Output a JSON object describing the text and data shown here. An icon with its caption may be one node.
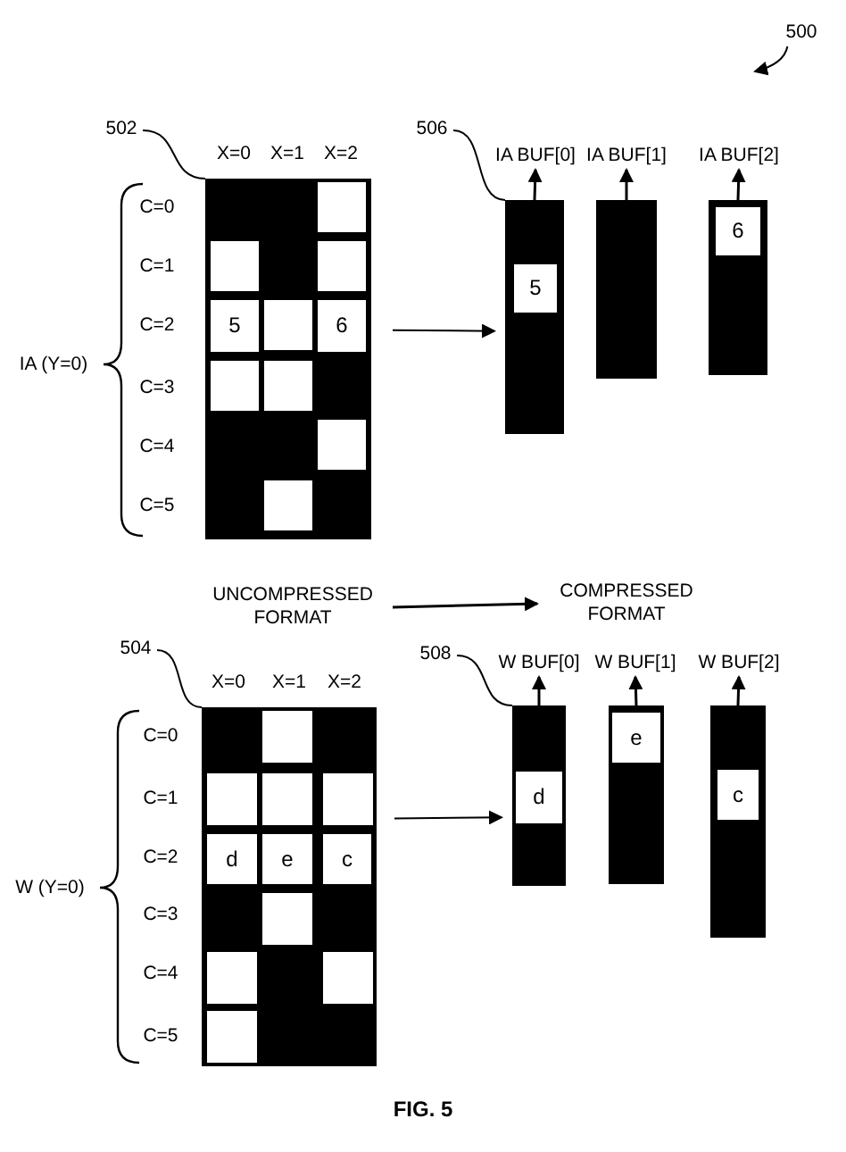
{
  "diagram": {
    "caption": "FIG. 5",
    "nodes": [
      {
        "text": [
          "500"
        ]
      },
      {
        "text": [],
        "shape": "box"
      },
      {
        "text": [
          "502"
        ]
      },
      {
        "text": [
          "5"
        ],
        "in": 1
      },
      {
        "text": [
          "6"
        ],
        "in": 1
      },
      {
        "text": [],
        "shape": "box"
      },
      {
        "text": [
          "5"
        ],
        "in": 5
      },
      {
        "text": [],
        "shape": "box"
      },
      {
        "text": [],
        "shape": "box"
      },
      {
        "text": [
          "6"
        ],
        "in": 8
      },
      {
        "text": [
          "IA BUF[0]"
        ]
      },
      {
        "text": [
          "IA BUF[1]"
        ]
      },
      {
        "text": [
          "IA BUF[2]"
        ]
      },
      {
        "text": [
          "506"
        ]
      },
      {
        "text": [],
        "shape": "box"
      },
      {
        "text": [
          "504"
        ]
      },
      {
        "text": [
          "d"
        ],
        "in": 14
      },
      {
        "text": [
          "e"
        ],
        "in": 14
      },
      {
        "text": [
          "c"
        ],
        "in": 14
      },
      {
        "text": [],
        "shape": "box"
      },
      {
        "text": [
          "d"
        ],
        "in": 19
      },
      {
        "text": [],
        "shape": "box"
      },
      {
        "text": [
          "e"
        ],
        "in": 21
      },
      {
        "text": [],
        "shape": "box"
      },
      {
        "text": [
          "c"
        ],
        "in": 23
      },
      {
        "text": [
          "W BUF[0]"
        ]
      },
      {
        "text": [
          "W BUF[1]"
        ]
      },
      {
        "text": [
          "W BUF[2]"
        ]
      },
      {
        "text": [
          "508"
        ]
      },
      {
        "text": [
          "UNCOMPRESSED FORMAT"
        ]
      },
      {
        "text": [
          "COMPRESSED FORMAT"
        ]
      }
    ],
    "edges": [
      {
        "from": 0,
        "to": null,
        "arrow": "to"
      },
      {
        "from": 2,
        "to": 1,
        "arrow": "none"
      },
      {
        "from": 1,
        "to": 5,
        "arrow": "to"
      },
      {
        "from": 5,
        "to": 10,
        "arrow": "to"
      },
      {
        "from": 7,
        "to": 11,
        "arrow": "to"
      },
      {
        "from": 8,
        "to": 12,
        "arrow": "to"
      },
      {
        "from": 13,
        "to": 5,
        "arrow": "none"
      },
      {
        "from": 15,
        "to": 14,
        "arrow": "none"
      },
      {
        "from": 14,
        "to": 19,
        "arrow": "to"
      },
      {
        "from": 19,
        "to": 25,
        "arrow": "to"
      },
      {
        "from": 21,
        "to": 26,
        "arrow": "to"
      },
      {
        "from": 23,
        "to": 27,
        "arrow": "to"
      },
      {
        "from": 28,
        "to": 19,
        "arrow": "none"
      },
      {
        "from": 29,
        "to": 30,
        "arrow": "to"
      }
    ],
    "labels": [
      "X=0",
      "X=1",
      "X=2",
      "C=0",
      "C=1",
      "C=2",
      "C=3",
      "C=4",
      "C=5",
      "IA (Y=0)",
      "X=0",
      "X=1",
      "X=2",
      "C=0",
      "C=1",
      "C=2",
      "C=3",
      "C=4",
      "C=5",
      "W (Y=0)"
    ]
  }
}
